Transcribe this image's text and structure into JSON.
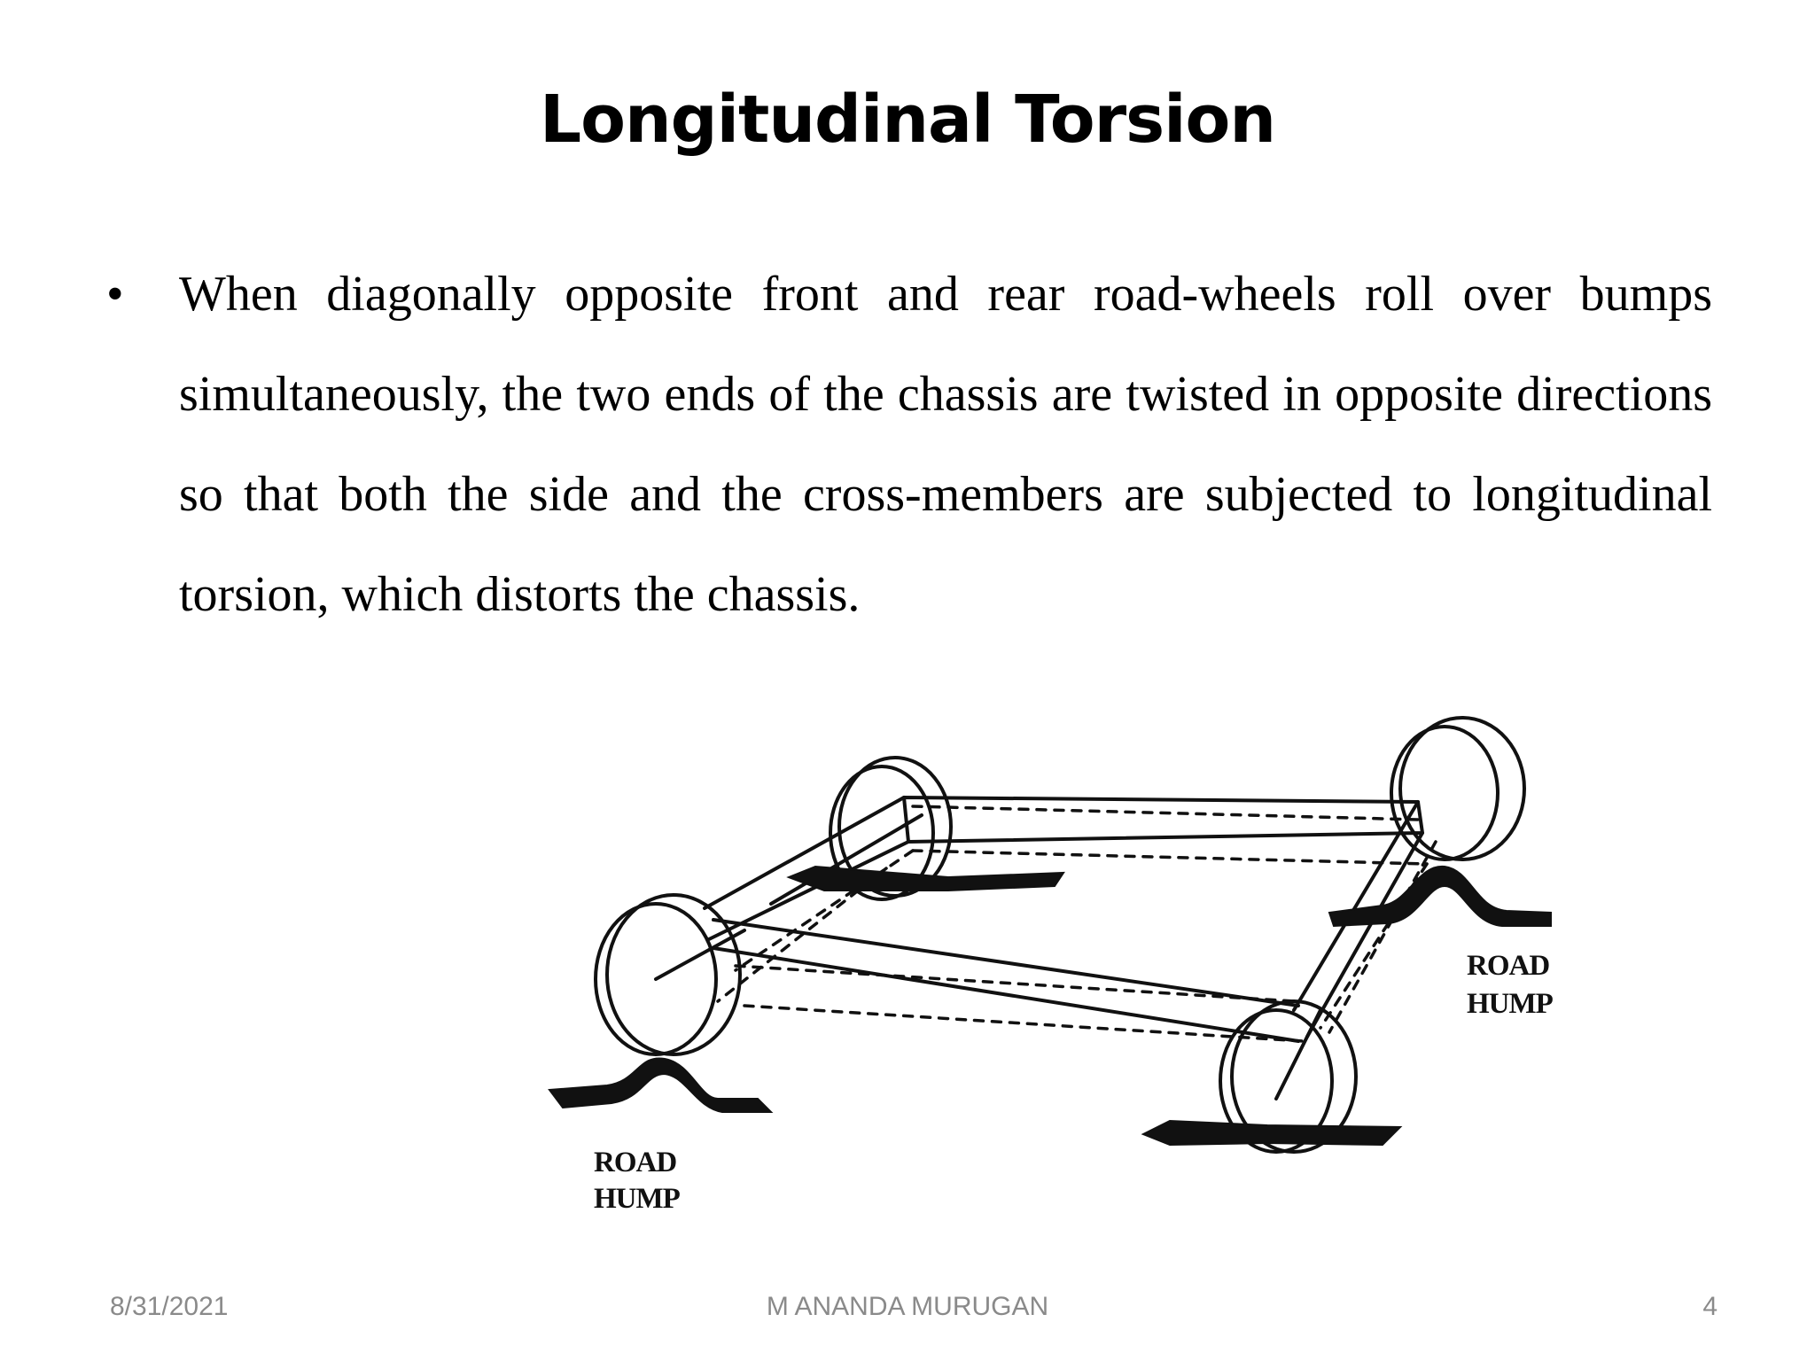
{
  "slide": {
    "title": "Longitudinal Torsion",
    "bullets": [
      "When diagonally opposite front and rear road-wheels roll over bumps simultaneously, the two ends of the chassis are twisted in opposite directions so that both the side and the cross-members are subjected to longitudinal torsion, which distorts the chassis."
    ]
  },
  "figure": {
    "labels": {
      "right_line1": "ROAD",
      "right_line2": "HUMP",
      "left_line1": "ROAD",
      "left_line2": "HUMP"
    }
  },
  "footer": {
    "date": "8/31/2021",
    "author": "M ANANDA MURUGAN",
    "page": "4"
  }
}
